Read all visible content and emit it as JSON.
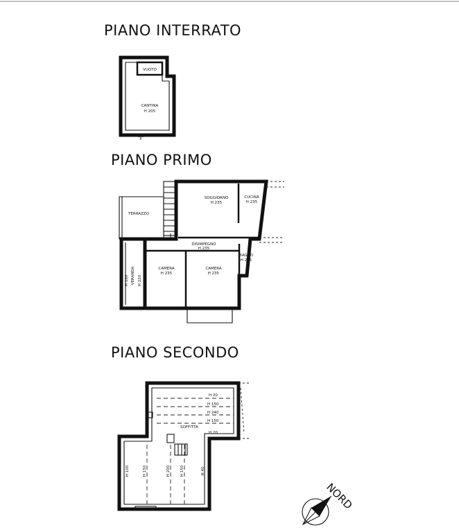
{
  "floors": {
    "interrato": {
      "title": "PIANO INTERRATO",
      "rooms": [
        {
          "name": "VUOTO",
          "height": ""
        },
        {
          "name": "CANTINA",
          "height": "H 205"
        }
      ]
    },
    "primo": {
      "title": "PIANO PRIMO",
      "rooms": [
        {
          "name": "TERRAZZO",
          "height": ""
        },
        {
          "name": "SOGGIORNO",
          "height": "H 235"
        },
        {
          "name": "CUCINA",
          "height": "H 235"
        },
        {
          "name": "DISIMPEGNO",
          "height": "H 235"
        },
        {
          "name": "BAGNO",
          "height": "H 235"
        },
        {
          "name": "CAMERA",
          "height": "H 235"
        },
        {
          "name": "CAMERA",
          "height": "H 235"
        },
        {
          "name": "VERANDA",
          "height": ""
        }
      ],
      "veranda_heights": [
        "H 180",
        "H 220"
      ]
    },
    "secondo": {
      "title": "PIANO SECONDO",
      "room": "SOFFITTA",
      "height_lines": [
        "H 20",
        "H 150",
        "H 240",
        "H 150",
        "H 20"
      ],
      "vertical_heights": [
        "H 100",
        "H 150",
        "H 200",
        "H 150",
        "H 40"
      ]
    }
  },
  "compass": {
    "label": "NORD"
  }
}
